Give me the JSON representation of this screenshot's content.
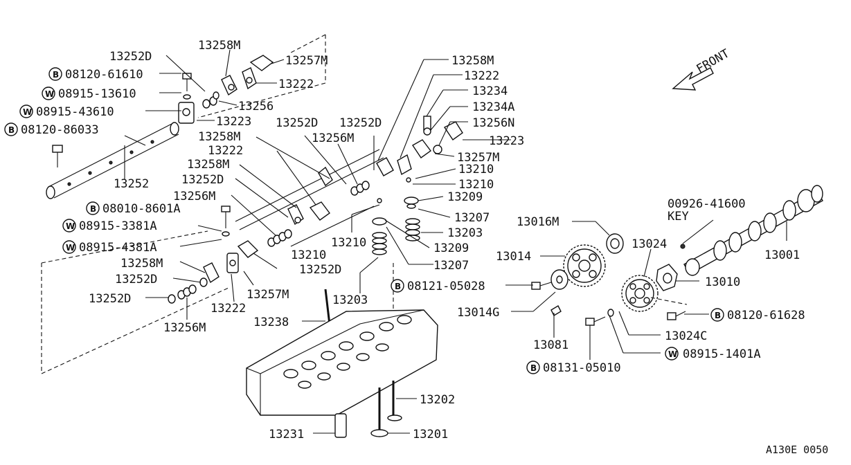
{
  "diagram_code": "A130E 0050",
  "direction_label": "FRONT",
  "prefix_marks": {
    "B": "B",
    "W": "W"
  },
  "labels": {
    "p13258M_a": "13258M",
    "p13252D_a": "13252D",
    "p13257M_a": "13257M",
    "b_08120_61610": "08120-61610",
    "p13222_a": "13222",
    "w_08915_13610": "08915-13610",
    "p13256_a": "13256",
    "w_08915_43610": "08915-43610",
    "p13223_a": "13223",
    "b_08120_86033": "08120-86033",
    "p13252D_b": "13252D",
    "p13252D_c": "13252D",
    "p13258M_b": "13258M",
    "p13256M_a": "13256M",
    "p13222_b": "13222",
    "p13258M_c": "13258M",
    "p13252": "13252",
    "p13252D_d": "13252D",
    "p13256M_b": "13256M",
    "b_08010_8601A": "08010-8601A",
    "w_08915_3381A": "08915-3381A",
    "p13210_a": "13210",
    "w_08915_4381A": "08915-4381A",
    "p13210_b": "13210",
    "p13258M_d": "13258M",
    "p13252D_e": "13252D",
    "p13252D_f": "13252D",
    "p13257M_b": "13257M",
    "p13252D_g": "13252D",
    "p13222_c": "13222",
    "p13256M_c": "13256M",
    "p13238": "13238",
    "p13203_a": "13203",
    "p13258M_e": "13258M",
    "p13222_d": "13222",
    "p13234": "13234",
    "p13234A": "13234A",
    "p13256N": "13256N",
    "p13223_b": "13223",
    "p13257M_c": "13257M",
    "p13210_c": "13210",
    "p13210_d": "13210",
    "p13209_a": "13209",
    "p13207_a": "13207",
    "p13203_b": "13203",
    "p13209_b": "13209",
    "p13207_b": "13207",
    "b_08121_05028": "08121-05028",
    "p13202": "13202",
    "p13231": "13231",
    "p13201": "13201",
    "p00926_41600": "00926-41600",
    "key": "KEY",
    "p13016M": "13016M",
    "p13024": "13024",
    "p13001": "13001",
    "p13014": "13014",
    "p13010": "13010",
    "p13014G": "13014G",
    "b_08120_61628": "08120-61628",
    "p13024C": "13024C",
    "p13081": "13081",
    "w_08915_1401A": "08915-1401A",
    "b_08131_05010": "08131-05010"
  }
}
